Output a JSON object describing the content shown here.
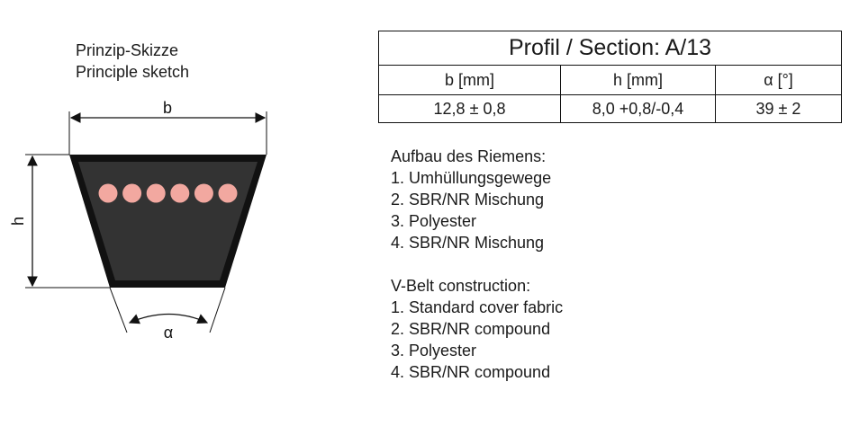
{
  "sketch": {
    "title_de": "Prinzip-Skizze",
    "title_en": "Principle sketch",
    "label_b": "b",
    "label_h": "h",
    "label_alpha": "α",
    "belt_color": "#333333",
    "cord_color": "#f2a8a0",
    "cord_count": 6
  },
  "spec_table": {
    "title": "Profil / Section: A/13",
    "headers": [
      "b [mm]",
      "h [mm]",
      "α [°]"
    ],
    "values": [
      "12,8 ± 0,8",
      "8,0 +0,8/-0,4",
      "39 ± 2"
    ]
  },
  "construction_de": {
    "heading": "Aufbau des Riemens:",
    "items": [
      "1. Umhüllungsgewege",
      "2. SBR/NR Mischung",
      "3. Polyester",
      "4. SBR/NR Mischung"
    ]
  },
  "construction_en": {
    "heading": "V-Belt construction:",
    "items": [
      "1. Standard cover fabric",
      "2. SBR/NR compound",
      "3. Polyester",
      "4. SBR/NR compound"
    ]
  }
}
